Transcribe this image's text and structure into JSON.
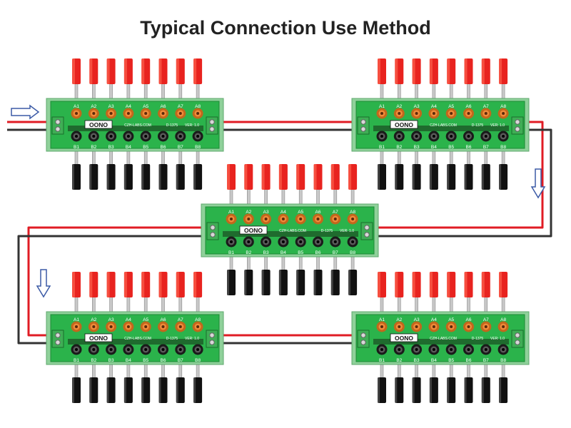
{
  "title": "Typical Connection Use Method",
  "board": {
    "top_labels": [
      "A1",
      "A2",
      "A3",
      "A4",
      "A5",
      "A6",
      "A7",
      "A8"
    ],
    "bottom_labels": [
      "B1",
      "B2",
      "B3",
      "B4",
      "B5",
      "B6",
      "B7",
      "B8"
    ],
    "brand": "CZH-LABS.COM",
    "part_no": "D-1375",
    "version": "VER: 1.0",
    "logo": "OONO"
  },
  "colors": {
    "pcb": "#2bb34b",
    "pcb_dark": "#1e8a36",
    "din_rail": "#8fd19a",
    "red_wire": "#e01c24",
    "black_wire": "#333333",
    "red_plug": "#e8231f",
    "black_plug": "#111111",
    "arrow": "#3b5aa6"
  },
  "boards": [
    "board-1",
    "board-2",
    "board-3",
    "board-4",
    "board-5"
  ]
}
